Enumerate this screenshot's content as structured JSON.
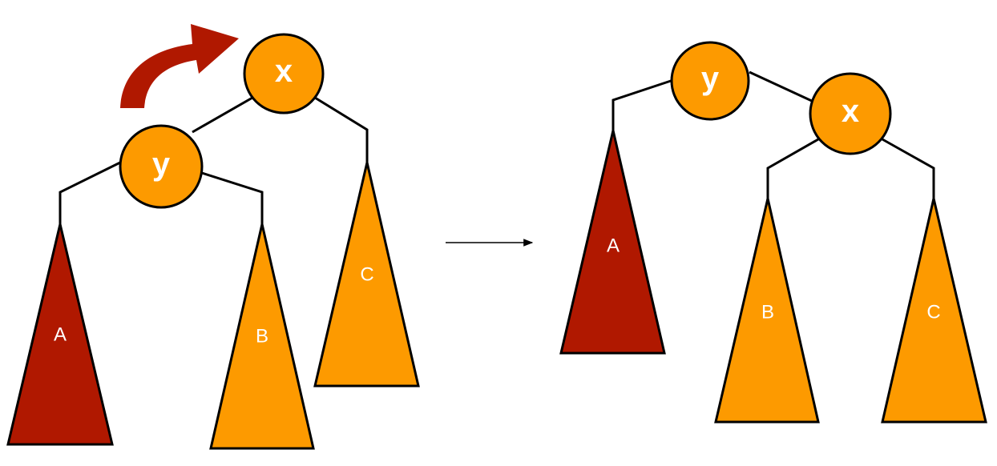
{
  "colors": {
    "node_fill": "#fd9a00",
    "subtree_dark": "#b01800",
    "subtree_light": "#fd9a00",
    "rotation_arrow": "#b01800",
    "label_light": "#ffffff",
    "line": "#000000"
  },
  "before": {
    "nodes": {
      "x": "x",
      "y": "y"
    },
    "subtrees": {
      "a": "A",
      "b": "B",
      "c": "C"
    }
  },
  "after": {
    "nodes": {
      "y": "y",
      "x": "x"
    },
    "subtrees": {
      "a": "A",
      "b": "B",
      "c": "C"
    }
  },
  "rotation_icon": "curved-arrow-right-icon",
  "transition_icon": "arrow-right-icon"
}
